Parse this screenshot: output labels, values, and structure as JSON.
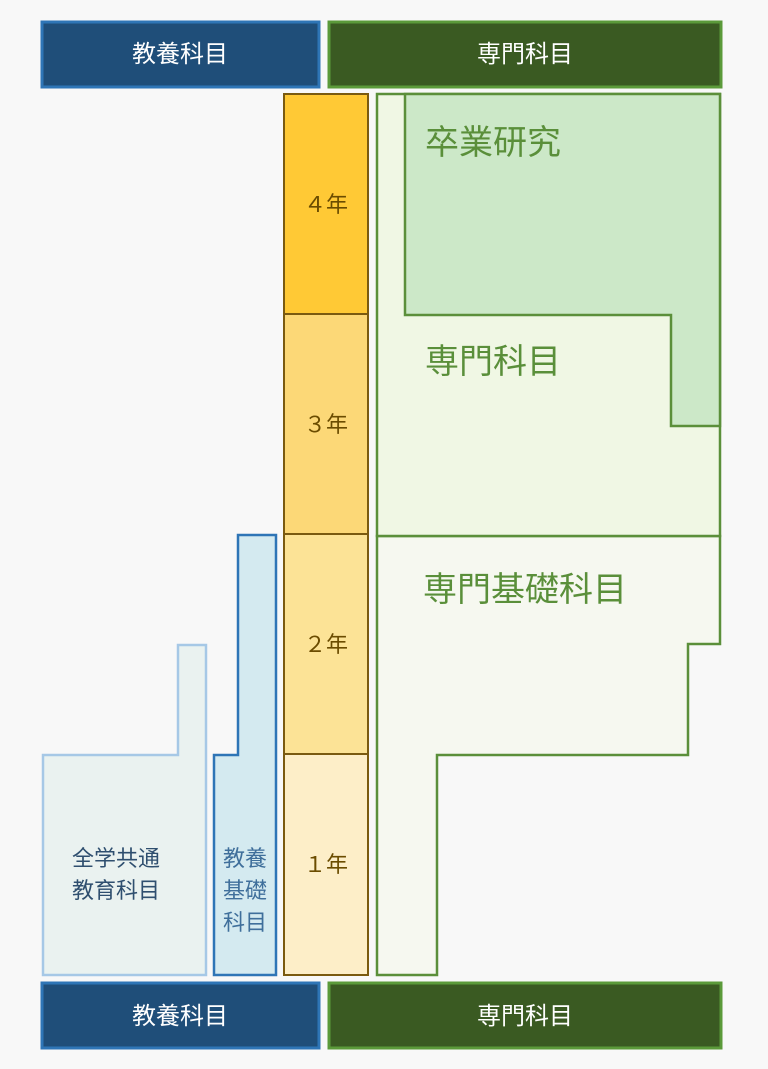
{
  "headers": {
    "liberal_arts": "教養科目",
    "specialized": "専門科目"
  },
  "years": [
    "１年",
    "２年",
    "３年",
    "４年"
  ],
  "labels": {
    "graduation_research": "卒業研究",
    "specialized_subjects": "専門科目",
    "specialized_basic": "専門基礎科目",
    "common_education_line1": "全学共通",
    "common_education_line2": "教育科目",
    "liberal_basic_line1": "教養",
    "liberal_basic_line2": "基礎",
    "liberal_basic_line3": "科目"
  },
  "colors": {
    "liberal_header_fill": "#1f4e79",
    "liberal_header_border": "#2e75b6",
    "specialized_header_fill": "#3a5a22",
    "specialized_header_border": "#5b9a3a",
    "year4": "#ffc935",
    "year3": "#fcd877",
    "year2": "#fce396",
    "year1": "#fdeec8",
    "year_border": "#7a5a10",
    "green_border": "#5b8f3a",
    "graduation_fill": "#cce8c8",
    "specialized_fill": "#f0f7e4",
    "specialized_basic_fill": "#f6f8f0",
    "common_fill": "#eaf2f0",
    "common_border": "#a6c8e6",
    "liberal_basic_fill": "#d4eaf0",
    "liberal_basic_border": "#2e75b6"
  }
}
